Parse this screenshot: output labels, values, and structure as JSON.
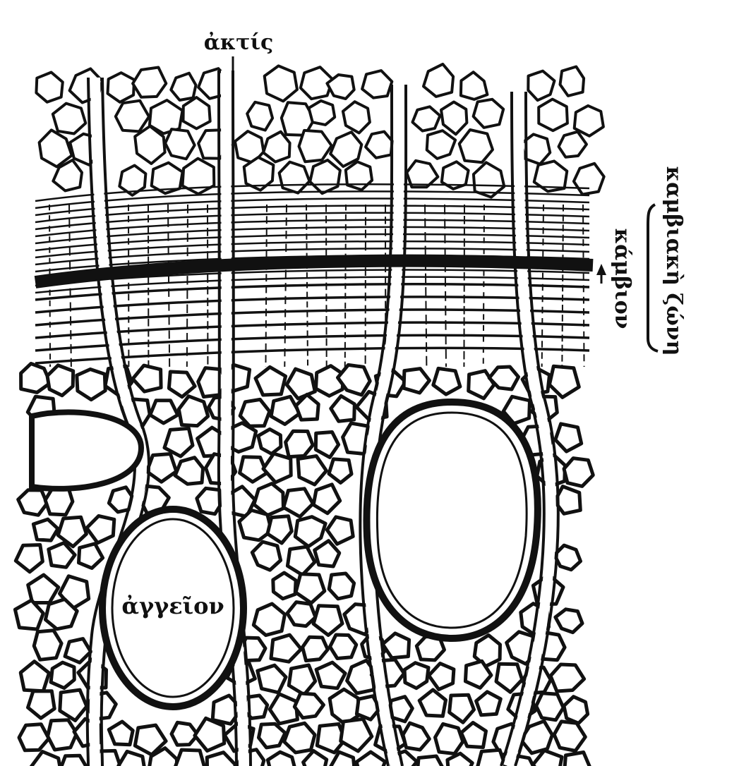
{
  "diagram": {
    "labels": {
      "ray": "ἀκτίς",
      "vessel": "ἀγγεῖον",
      "cambium": "κάμβιον",
      "cambial_zone": "καμβιακὴ ζώνη"
    },
    "colors": {
      "ink": "#111111",
      "paper": "#ffffff"
    }
  }
}
